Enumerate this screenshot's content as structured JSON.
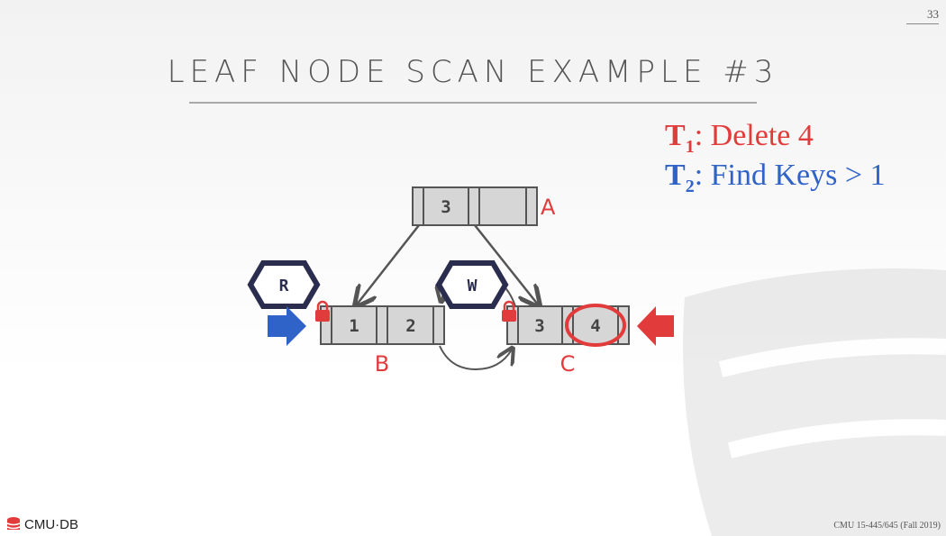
{
  "slide_number": "33",
  "title": "LEAF NODE SCAN EXAMPLE #3",
  "transactions": [
    {
      "name": "T",
      "sub": "1",
      "action": ": Delete 4",
      "color": "#e23b3b"
    },
    {
      "name": "T",
      "sub": "2",
      "action": ": Find Keys > 1",
      "color": "#3063c8"
    }
  ],
  "nodes": {
    "A": {
      "label": "A",
      "keys": [
        "3",
        ""
      ]
    },
    "B": {
      "label": "B",
      "keys": [
        "1",
        "2"
      ]
    },
    "C": {
      "label": "C",
      "keys": [
        "3",
        "4"
      ]
    }
  },
  "locks": {
    "read": "R",
    "write": "W"
  },
  "footer": {
    "logo": "CMU·DB",
    "course": "CMU 15-445/645 (Fall 2019)"
  }
}
